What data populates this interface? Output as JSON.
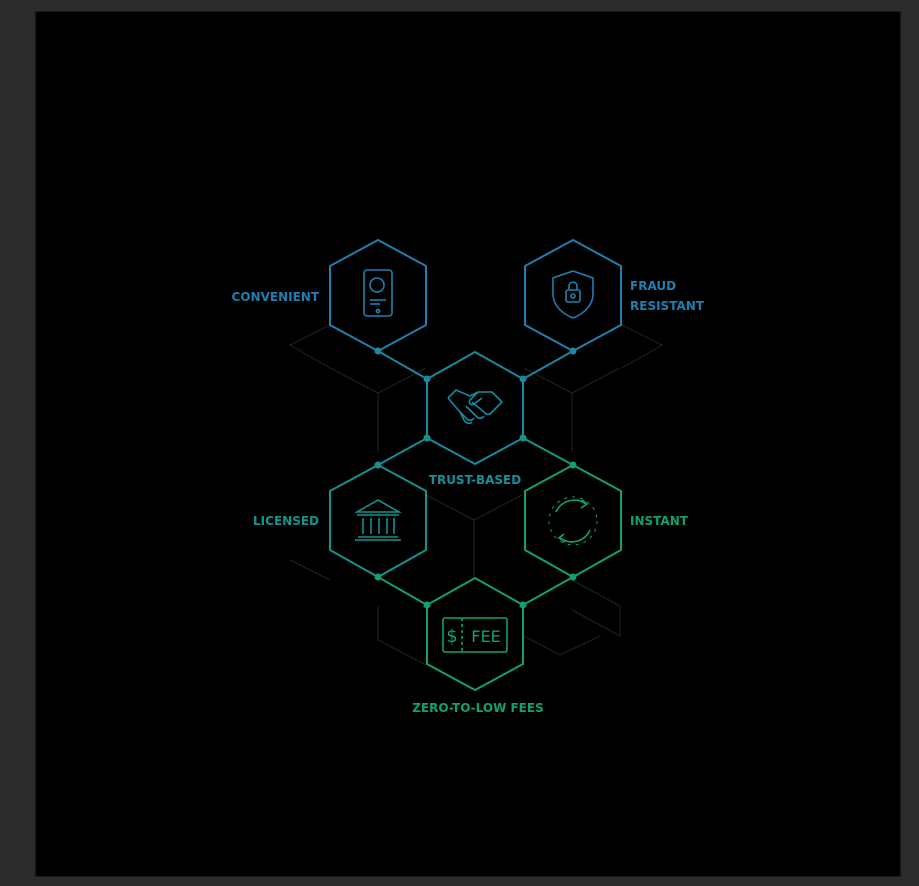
{
  "colors": {
    "page_background": "#2b2b2b",
    "canvas_background": "#000000",
    "blue": "#1f7fb0",
    "teal": "#14928e",
    "green": "#12a06c",
    "faint_line": "#1b2a2a"
  },
  "nodes": [
    {
      "id": "convenient",
      "lines": [
        "CONVENIENT"
      ],
      "icon": "mobile-phone-icon"
    },
    {
      "id": "fraud-resistant",
      "lines": [
        "FRAUD",
        "RESISTANT"
      ],
      "icon": "shield-lock-icon"
    },
    {
      "id": "trust-based",
      "lines": [
        "TRUST-BASED"
      ],
      "icon": "handshake-icon"
    },
    {
      "id": "licensed",
      "lines": [
        "LICENSED"
      ],
      "icon": "bank-building-icon"
    },
    {
      "id": "instant",
      "lines": [
        "INSTANT"
      ],
      "icon": "refresh-circle-icon"
    },
    {
      "id": "zero-to-low-fees",
      "lines": [
        "ZERO-TO-LOW FEES"
      ],
      "icon": "fee-ticket-icon"
    }
  ],
  "fee_icon": {
    "currency": "$",
    "text": "FEE"
  }
}
